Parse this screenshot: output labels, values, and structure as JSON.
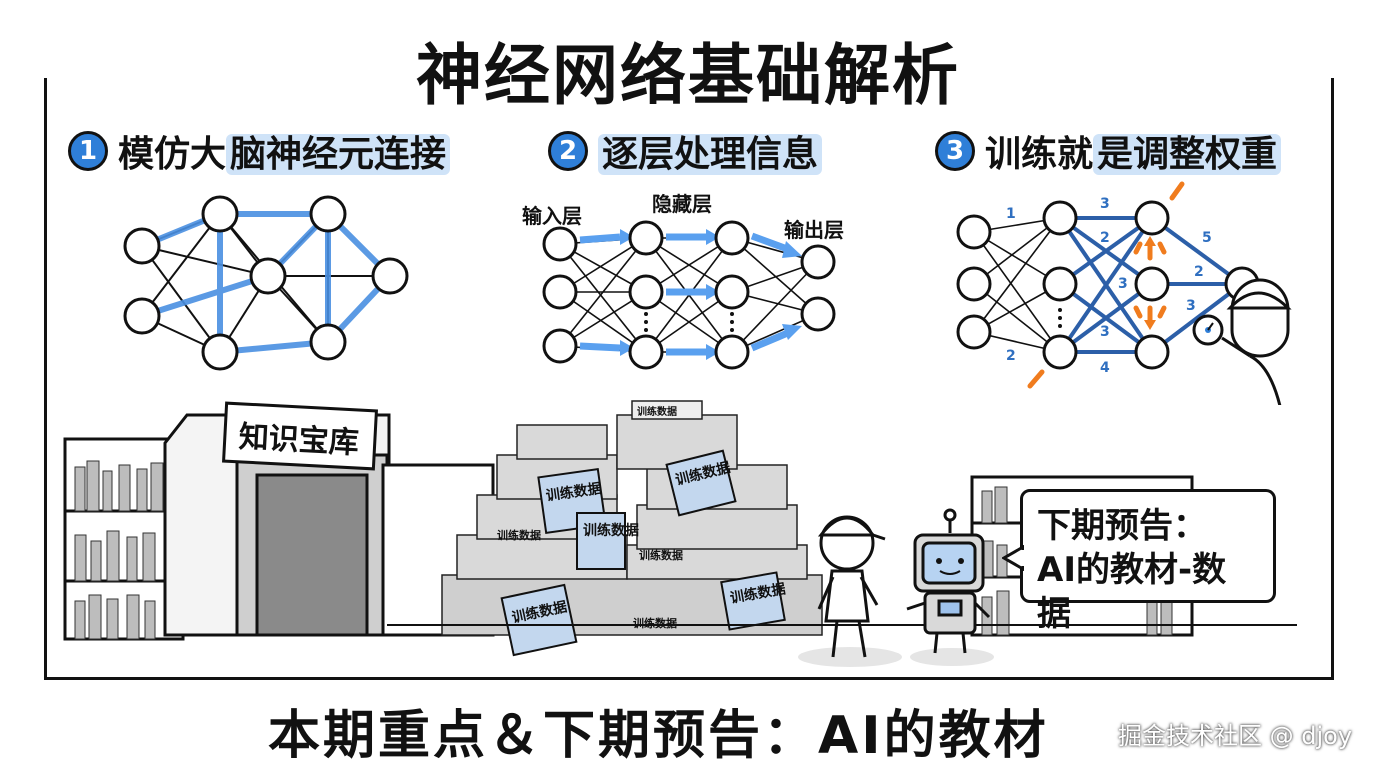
{
  "title": "神经网络基础解析",
  "sections": [
    {
      "num": "1",
      "prefix": "模仿大",
      "highlight": "脑神经元连接"
    },
    {
      "num": "2",
      "prefix": "",
      "highlight": "逐层处理信息"
    },
    {
      "num": "3",
      "prefix": "训练就",
      "highlight": "是调整权重"
    }
  ],
  "layers": {
    "input": "输入层",
    "hidden": "隐藏层",
    "output": "输出层"
  },
  "weights": [
    "1",
    "3",
    "2",
    "3",
    "3",
    "2",
    "4",
    "5",
    "2",
    "3"
  ],
  "library_sign": "知识宝库",
  "book_labels": [
    "训练数据",
    "训练数据",
    "训练数据",
    "训练数据",
    "训练数据",
    "训练数据",
    "训练数据",
    "训练数据",
    "训练数据"
  ],
  "bubble": {
    "line1": "下期预告：",
    "line2": "AI的教材-数据"
  },
  "footer": "本期重点＆下期预告：AI的教材",
  "watermark": "掘金技术社区 @ djoy",
  "colors": {
    "accent": "#2f7fd8",
    "highlight": "#cfe3f8",
    "arrow": "#5aa0ef",
    "orange": "#f07c1e"
  }
}
